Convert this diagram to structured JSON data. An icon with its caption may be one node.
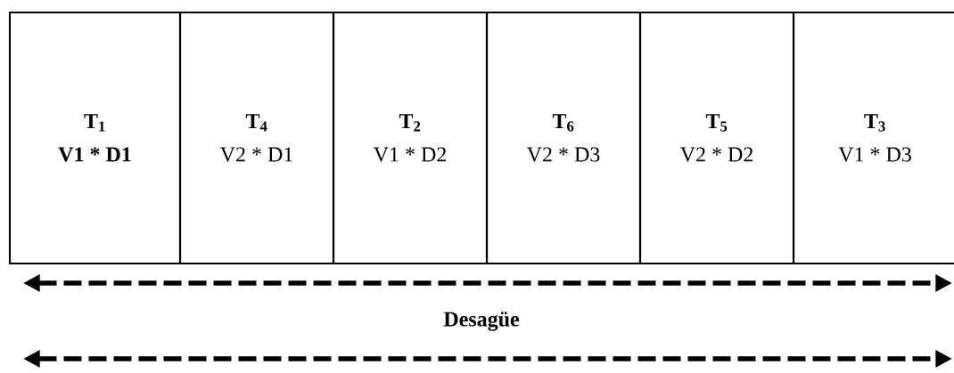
{
  "diagram": {
    "nodes": [
      {
        "text": [
          "T$_{1}$",
          "**V1 * D1**"
        ]
      },
      {
        "text": [
          "T$_{4}$",
          "V2 * D1"
        ]
      },
      {
        "text": [
          "T$_{2}$",
          "V1 * D2"
        ]
      },
      {
        "text": [
          "T$_{6}$",
          "V2 * D3"
        ]
      },
      {
        "text": [
          "T$_{5}$",
          "V2 * D2"
        ]
      },
      {
        "text": [
          "T$_{3}$",
          "V1 * D3"
        ]
      }
    ],
    "labels": [
      "Desagüe"
    ]
  }
}
